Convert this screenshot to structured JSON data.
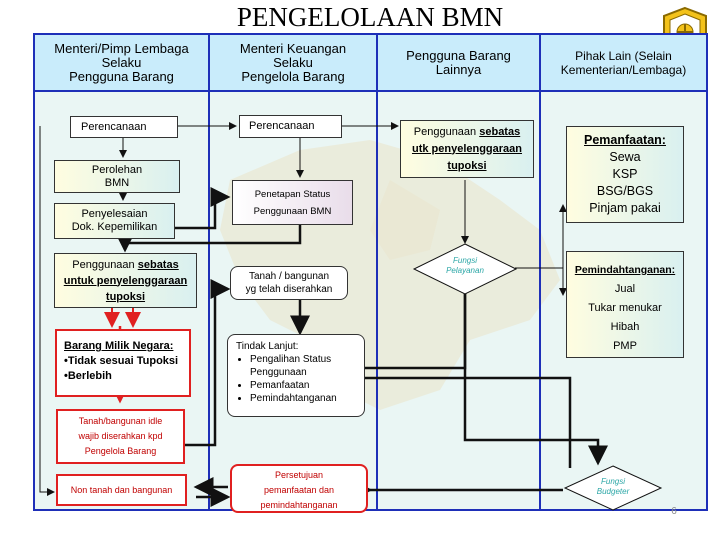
{
  "title": "PENGELOLAAN BMN",
  "columns": [
    {
      "line1": "Menteri/Pimp Lembaga",
      "line2": "Selaku",
      "line3": "Pengguna Barang"
    },
    {
      "line1": "Menteri Keuangan",
      "line2": "Selaku",
      "line3": "Pengelola Barang"
    },
    {
      "line1": "Pengguna Barang",
      "line2": "Lainnya",
      "line3": ""
    },
    {
      "line1": "Pihak Lain (Selain",
      "line2": "Kementerian/Lembaga)",
      "line3": ""
    }
  ],
  "col1": {
    "perencanaan": "Perencanaan",
    "perolehan_1": "Perolehan",
    "perolehan_2": "BMN",
    "penyelesaian_1": "Penyelesaian",
    "penyelesaian_2": "Dok. Kepemilikan",
    "penggunaan_1": "Penggunaan",
    "penggunaan_2": "sebatas",
    "penggunaan_3": "untuk penyelenggaraan",
    "penggunaan_4": "tupoksi",
    "bmn_title": "Barang Milik Negara:",
    "bmn_item1": "•Tidak sesuai Tupoksi",
    "bmn_item2": "•Berlebih",
    "idle_1": "Tanah/bangunan idle",
    "idle_2": "wajib diserahkan kpd",
    "idle_3": "Pengelola Barang",
    "non_tanah": "Non tanah dan bangunan"
  },
  "col2": {
    "perencanaan": "Perencanaan",
    "penetapan_1": "Penetapan Status",
    "penetapan_2": "Penggunaan BMN",
    "tanah_1": "Tanah / bangunan",
    "tanah_2": "yg telah diserahkan",
    "tindak_title": "Tindak Lanjut:",
    "tindak_items": [
      "Pengalihan Status Penggunaan",
      "Pemanfaatan",
      "Pemindahtanganan"
    ],
    "persetujuan_1": "Persetujuan",
    "persetujuan_2": "pemanfaatan dan",
    "persetujuan_3": "pemindahtanganan"
  },
  "col3": {
    "penggunaan_1": "Penggunaan",
    "penggunaan_2": "sebatas",
    "penggunaan_3": "utk penyelenggaraan",
    "penggunaan_4": "tupoksi",
    "fungsi_pelayanan_1": "Fungsi",
    "fungsi_pelayanan_2": "Pelayanan",
    "fungsi_budgeter_1": "Fungsi",
    "fungsi_budgeter_2": "Budgeter"
  },
  "col4": {
    "pemanfaatan_title": "Pemanfaatan:",
    "pemanfaatan_items": [
      "Sewa",
      "KSP",
      "BSG/BGS",
      "Pinjam pakai"
    ],
    "pemindahtanganan_title": "Pemindahtanganan:",
    "pemindahtanganan_items": [
      "Jual",
      "Tukar menukar",
      "Hibah",
      "PMP"
    ]
  },
  "page_number": "6",
  "colors": {
    "frame": "#1e2fb8",
    "header_bg": "#c9ecfb",
    "red": "#e02020",
    "cyan": "#2aa6a6"
  }
}
